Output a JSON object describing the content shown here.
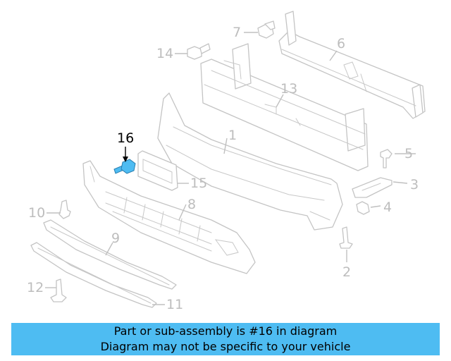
{
  "callouts": {
    "c1": "1",
    "c2": "2",
    "c3": "3",
    "c4": "4",
    "c5": "5",
    "c6": "6",
    "c7": "7",
    "c8": "8",
    "c9": "9",
    "c10": "10",
    "c11": "11",
    "c12": "12",
    "c13": "13",
    "c14": "14",
    "c15": "15",
    "c16": "16"
  },
  "highlight_part": "16",
  "highlight_color": "#4ebcf2",
  "banner": {
    "line1": "Part or sub-assembly is #16 in diagram",
    "line2": "Diagram may not be specific to your vehicle",
    "background": "#4ebcf2"
  }
}
